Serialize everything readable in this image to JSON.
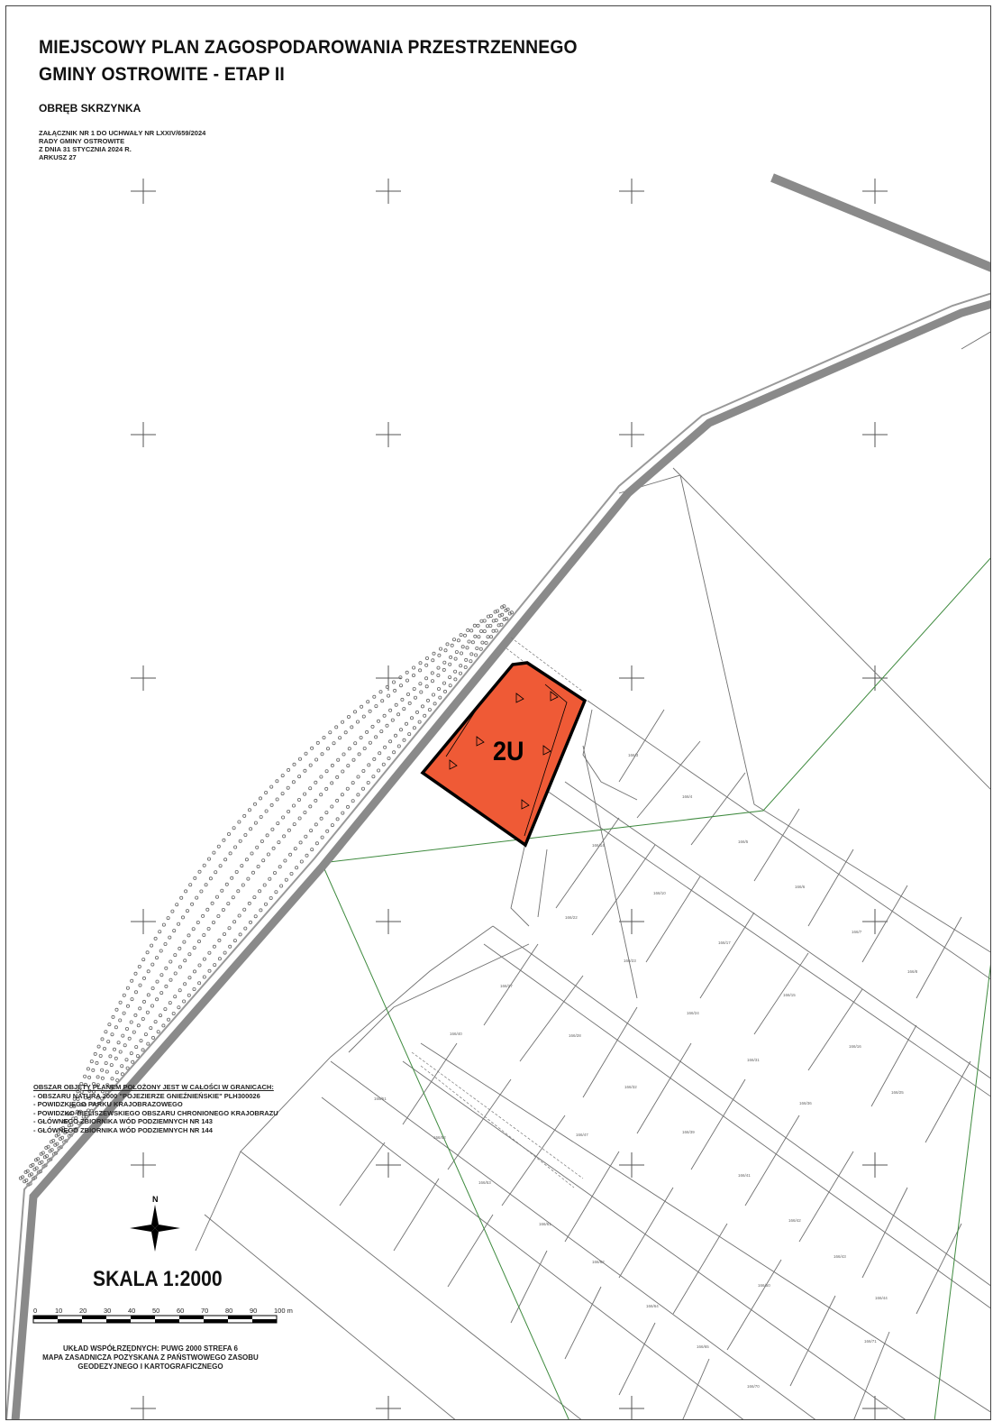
{
  "header": {
    "title_line1": "MIEJSCOWY PLAN ZAGOSPODAROWANIA PRZESTRZENNEGO",
    "title_line2": "GMINY OSTROWITE - ETAP II",
    "precinct": "OBRĘB SKRZYNKA",
    "attachment_lines": [
      "ZAŁĄCZNIK NR 1 DO UCHWAŁY NR LXXIV/659/2024",
      "RADY GMINY OSTROWITE",
      "Z DNIA 31 STYCZNIA 2024 R.",
      "ARKUSZ 27"
    ]
  },
  "zone": {
    "label": "2U",
    "fill_color": "#ef5a36"
  },
  "legend": {
    "heading": "OBSZAR OBJĘTY PLANEM POŁOŻONY JEST W CAŁOŚCI W GRANICACH:",
    "items": [
      "- OBSZARU NATURA 2000 \"POJEZIERZE GNIEŹNIEŃSKIE\" PLH300026",
      "- POWIDZKIEGO PARKU KRAJOBRAZOWEGO",
      "- POWIDZKO-BIELISZEWSKIEGO OBSZARU CHRONIONEGO KRAJOBRAZU",
      "- GŁÓWNEGO ZBIORNIKA WÓD PODZIEMNYCH NR 143",
      "- GŁÓWNEGO ZBIORNIKA WÓD PODZIEMNYCH NR 144"
    ]
  },
  "north_arrow": {
    "label": "N"
  },
  "scale": {
    "title": "SKALA 1:2000",
    "ticks": [
      "0",
      "10",
      "20",
      "30",
      "40",
      "50",
      "60",
      "70",
      "80",
      "90",
      "100 m"
    ]
  },
  "coordinates": {
    "line1": "UKŁAD WSPÓŁRZĘDNYCH: PUWG 2000 STREFA 6",
    "line2": "MAPA ZASADNICZA POZYSKANA Z PAŃSTWOWEGO ZASOBU",
    "line3": "GEODEZYJNEGO I KARTOGRAFICZNEGO"
  },
  "plot_labels": [
    "166/3",
    "166/4",
    "166/5",
    "166/6",
    "166/7",
    "166/8",
    "166/14",
    "166/10",
    "166/17",
    "166/22",
    "166/23",
    "166/24",
    "166/15",
    "166/16",
    "166/27",
    "166/28",
    "166/31",
    "166/36",
    "166/25",
    "166/32",
    "166/40",
    "166/39",
    "166/47",
    "166/41",
    "166/42",
    "166/43",
    "166/44",
    "166/50",
    "166/51",
    "166/52",
    "166/53",
    "166/61",
    "166/62",
    "166/64",
    "166/65",
    "166/70",
    "166/71"
  ],
  "colors": {
    "road": "#8a8a8a",
    "plot_lines": "#6f6f6f",
    "green_lines": "#3e8a3e",
    "zone_outline": "#000000"
  }
}
